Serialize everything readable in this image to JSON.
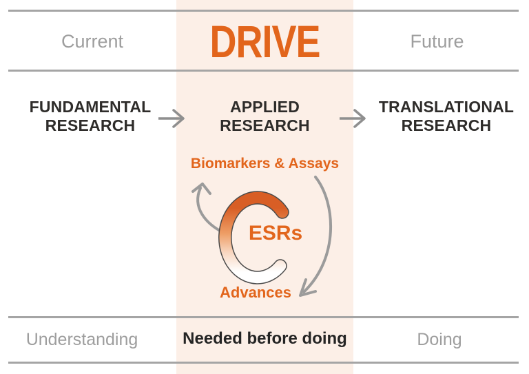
{
  "palette": {
    "accent_orange": "#E2651C",
    "column_peach": "#FCEFE7",
    "muted_gray": "#9E9E9E",
    "dark_text": "#2E2C2A",
    "line_gray": "#A5A5A5",
    "arrow_gray": "#8F8F8F",
    "cycle_gradient_top": "#D85E25",
    "cycle_gradient_bottom": "#FFFFFF"
  },
  "timeline": {
    "left": "Current",
    "center": "DRIVE",
    "right": "Future"
  },
  "flow": {
    "left_label": "FUNDAMENTAL\nRESEARCH",
    "center_label": "APPLIED\nRESEARCH",
    "right_label": "TRANSLATIONAL\nRESEARCH"
  },
  "cycle": {
    "top_label": "Biomarkers & Assays",
    "center_label": "ESRs",
    "bottom_label": "Advances"
  },
  "footer": {
    "left": "Understanding",
    "center": "Needed before doing",
    "right": "Doing"
  }
}
